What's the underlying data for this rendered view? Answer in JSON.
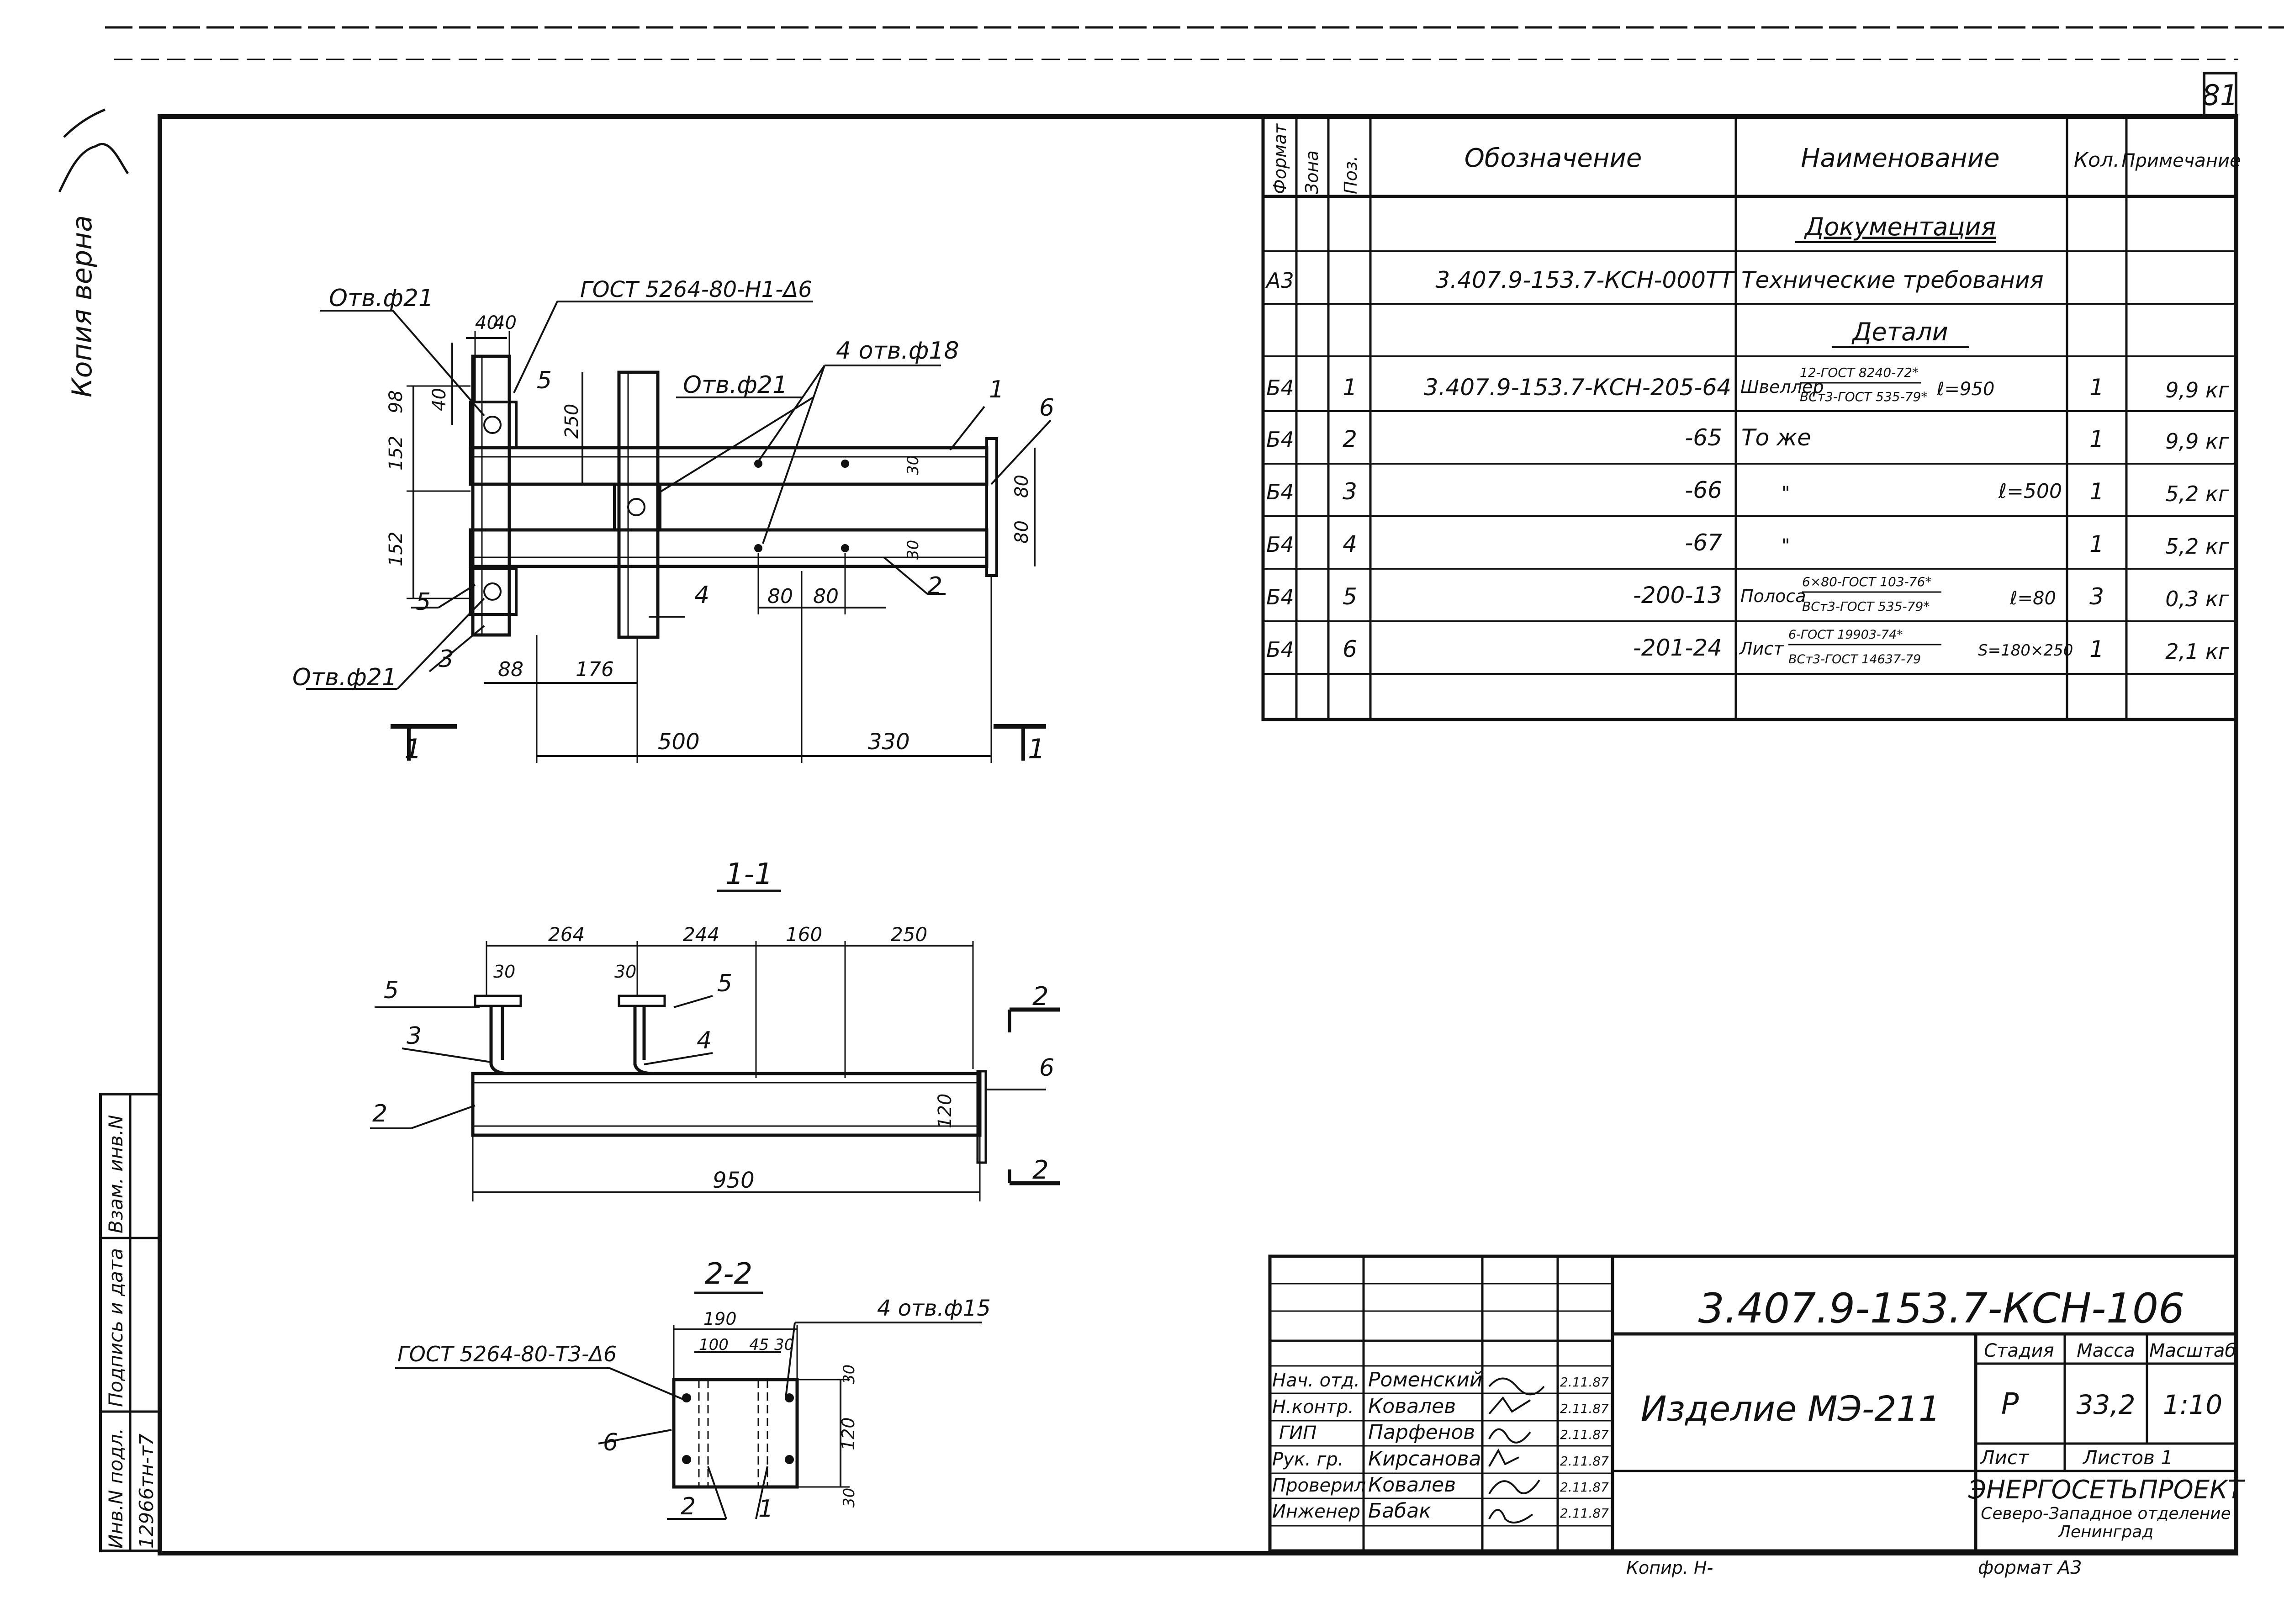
{
  "sheet_number": "81",
  "margin": {
    "copy_note": "Копия верна",
    "inv_no_label": "Инв.N подл.",
    "inv_no_value": "12966тн-т7",
    "sign_date_label": "Подпись и дата",
    "swap_inv_label": "Взам. инв.N"
  },
  "spec": {
    "headers": [
      "Формат",
      "Зона",
      "Поз.",
      "Обозначение",
      "Наименование",
      "Кол.",
      "Примечание"
    ],
    "sections": {
      "docs": "Документация",
      "details": "Детали"
    },
    "rows": [
      {
        "fmt": "А3",
        "pos": "",
        "designation": "3.407.9-153.7-КСН-000ТТ",
        "name": "Технические требования",
        "qty": "",
        "note": ""
      },
      {
        "fmt": "Б4",
        "pos": "1",
        "designation": "3.407.9-153.7-КСН-205-64",
        "name": "Швеллер",
        "name_top": "12-ГОСТ 8240-72*",
        "name_bottom": "ВСт3-ГОСТ 535-79*",
        "name_tail": "ℓ=950",
        "qty": "1",
        "note": "9,9 кг"
      },
      {
        "fmt": "Б4",
        "pos": "2",
        "designation": "-65",
        "name": "То же",
        "qty": "1",
        "note": "9,9 кг"
      },
      {
        "fmt": "Б4",
        "pos": "3",
        "designation": "-66",
        "name": "\"",
        "name_tail": "ℓ=500",
        "qty": "1",
        "note": "5,2 кг"
      },
      {
        "fmt": "Б4",
        "pos": "4",
        "designation": "-67",
        "name": "\"",
        "qty": "1",
        "note": "5,2 кг"
      },
      {
        "fmt": "Б4",
        "pos": "5",
        "designation": "-200-13",
        "name": "Полоса",
        "name_top": "6×80-ГОСТ 103-76*",
        "name_bottom": "ВСт3-ГОСТ 535-79*",
        "name_tail": "ℓ=80",
        "qty": "3",
        "note": "0,3 кг"
      },
      {
        "fmt": "Б4",
        "pos": "6",
        "designation": "-201-24",
        "name": "Лист",
        "name_top": "6-ГОСТ 19903-74*",
        "name_bottom": "ВСт3-ГОСТ 14637-79",
        "name_tail": "S=180×250",
        "qty": "1",
        "note": "2,1 кг"
      }
    ]
  },
  "plan_view": {
    "labels": {
      "hole21_a": "Отв.ф21",
      "hole21_b": "Отв.ф21",
      "hole21_c": "Отв.ф21",
      "holes18": "4 отв.ф18",
      "gost_weld": "ГОСТ 5264-80-Н1-Δ6",
      "section_mark": "1"
    },
    "dims": [
      "40",
      "40",
      "98",
      "40",
      "152",
      "152",
      "250",
      "30",
      "80",
      "80",
      "30",
      "80",
      "80",
      "88",
      "176",
      "500",
      "330"
    ],
    "positions": [
      "1",
      "2",
      "3",
      "4",
      "5",
      "5",
      "6"
    ]
  },
  "section_1_1": {
    "title": "1-1",
    "dims": [
      "264",
      "244",
      "160",
      "250",
      "30",
      "30",
      "120",
      "950"
    ],
    "positions": [
      "5",
      "5",
      "3",
      "4",
      "2",
      "6"
    ],
    "section_mark": "2"
  },
  "section_2_2": {
    "title": "2-2",
    "dims": [
      "190",
      "100",
      "45",
      "30",
      "30",
      "120",
      "30"
    ],
    "labels": {
      "gost_weld": "ГОСТ 5264-80-Т3-Δ6",
      "holes15": "4 отв.ф15"
    },
    "positions": [
      "6",
      "2",
      "1"
    ]
  },
  "title_block": {
    "doc_code": "3.407.9-153.7-КСН-106",
    "item_name": "Изделие МЭ-211",
    "stage_label": "Стадия",
    "mass_label": "Масса",
    "scale_label": "Масштаб",
    "stage": "Р",
    "mass": "33,2",
    "scale": "1:10",
    "sheet_label": "Лист",
    "sheets_label": "Листов 1",
    "org": "ЭНЕРГОСЕТЬПРОЕКТ",
    "org_sub1": "Северо-Западное отделение",
    "org_sub2": "Ленинград",
    "format": "формат А3",
    "copied": "Копир. Н-",
    "people": [
      {
        "role": "Нач. отд.",
        "name": "Роменский",
        "date": "2.11.87"
      },
      {
        "role": "Н.контр.",
        "name": "Ковалев",
        "date": "2.11.87"
      },
      {
        "role": "ГИП",
        "name": "Парфенов",
        "date": "2.11.87"
      },
      {
        "role": "Рук. гр.",
        "name": "Кирсанова",
        "date": "2.11.87"
      },
      {
        "role": "Проверил",
        "name": "Ковалев",
        "date": "2.11.87"
      },
      {
        "role": "Инженер",
        "name": "Бабак",
        "date": "2.11.87"
      }
    ]
  }
}
